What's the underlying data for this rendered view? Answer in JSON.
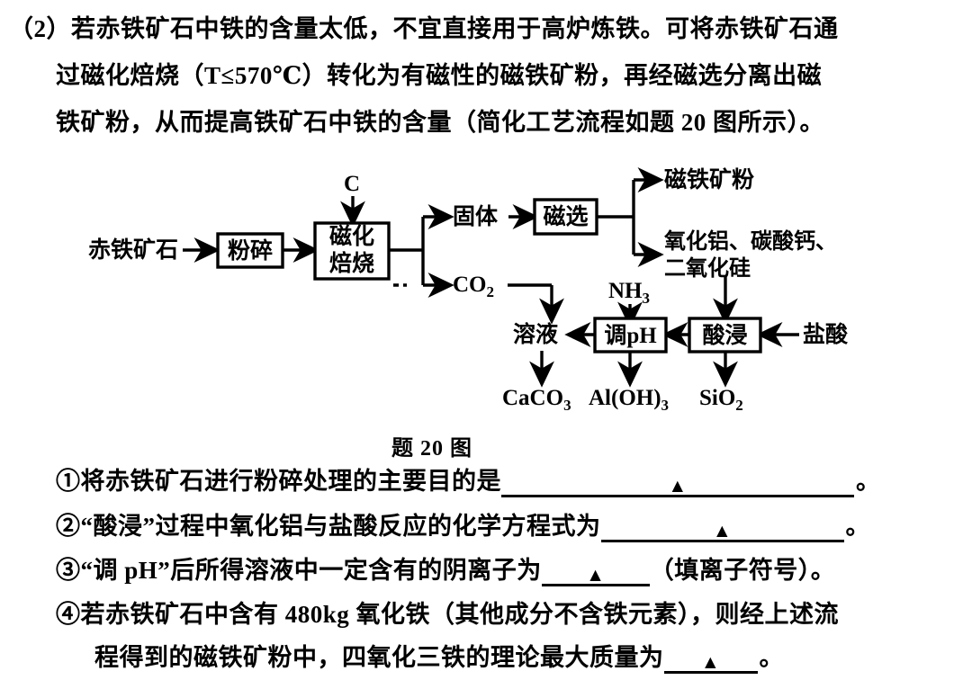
{
  "stem": {
    "number": "（2）",
    "lines": [
      "（2）若赤铁矿石中铁的含量太低，不宜直接用于高炉炼铁。可将赤铁矿石通",
      "过磁化焙烧（T≤570℃）转化为有磁性的磁铁矿粉，再经磁选分离出磁",
      "铁矿粉，从而提高铁矿石中铁的含量（简化工艺流程如题 20 图所示）。"
    ]
  },
  "diagram": {
    "caption": "题 20 图",
    "inputs": {
      "ore": "赤铁矿石",
      "carbon": "C",
      "ammonia": "NH₃",
      "hydrochloric_acid": "盐酸"
    },
    "process_boxes": [
      {
        "id": "crush",
        "label": "粉碎"
      },
      {
        "id": "magnetizing-roast",
        "label_line1": "磁化",
        "label_line2": "焙烧"
      },
      {
        "id": "magnetic-separation",
        "label": "磁选"
      },
      {
        "id": "adjust-ph",
        "label": "调pH"
      },
      {
        "id": "acid-leach",
        "label": "酸浸"
      }
    ],
    "intermediates": {
      "solid": "固体",
      "carbon_dioxide": "CO₂",
      "solution": "溶液"
    },
    "outputs": {
      "magnetite_powder": "磁铁矿粉",
      "residue_line1": "氧化铝、碳酸钙、",
      "residue_line2": "二氧化硅",
      "calcium_carbonate": "CaCO₃",
      "aluminium_hydroxide": "Al(OH)₃",
      "silicon_dioxide": "SiO₂"
    }
  },
  "questions": [
    {
      "id": "q1",
      "marker": "①",
      "text_before": "将赤铁矿石进行粉碎处理的主要目的是",
      "blank": "▲",
      "text_after": "。"
    },
    {
      "id": "q2",
      "marker": "②",
      "text_before": "“酸浸”过程中氧化铝与盐酸反应的化学方程式为",
      "blank": "▲",
      "text_after": "。"
    },
    {
      "id": "q3",
      "marker": "③",
      "text_before": "“调 pH”后所得溶液中一定含有的阴离子为",
      "blank": "▲",
      "text_after": "（填离子符号）。"
    },
    {
      "id": "q4",
      "marker": "④",
      "text_before": "若赤铁矿石中含有 480kg 氧化铁（其他成分不含铁元素），则经上述流",
      "text_line2_before": "程得到的磁铁矿粉中，四氧化三铁的理论最大质量为",
      "blank": "▲",
      "text_after": "。"
    }
  ],
  "colors": {
    "ink": "#000000",
    "paper": "#ffffff"
  }
}
